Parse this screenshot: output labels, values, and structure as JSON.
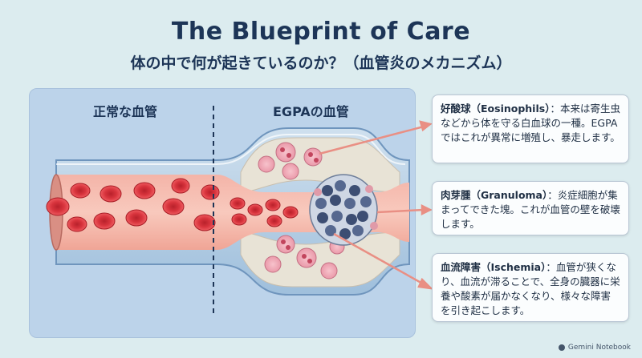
{
  "header": {
    "title": "The Blueprint of Care",
    "subtitle": "体の中で何が起きているのか？（血管炎のメカニズム）"
  },
  "diagram": {
    "left_label": "正常な血管",
    "right_label": "EGPAの血管"
  },
  "callouts": [
    {
      "term": "好酸球（Eosinophils）",
      "text": "：本来は寄生虫などから体を守る白血球の一種。EGPAではこれが異常に増殖し、暴走します。"
    },
    {
      "term": "肉芽腫（Granuloma）",
      "text": "：炎症細胞が集まってできた塊。これが血管の壁を破壊します。"
    },
    {
      "term": "血流障害（Ischemia）",
      "text": "：血管が狭くなり、血流が滞ることで、全身の臓器に栄養や酸素が届かなくなり、様々な障害を引き起こします。"
    }
  ],
  "brand": {
    "label": "Gemini Notebook"
  },
  "colors": {
    "background": "#dcecef",
    "panel": "#bcd3ea",
    "blood_cell": "#e0424a",
    "arrow": "#e98f84"
  }
}
